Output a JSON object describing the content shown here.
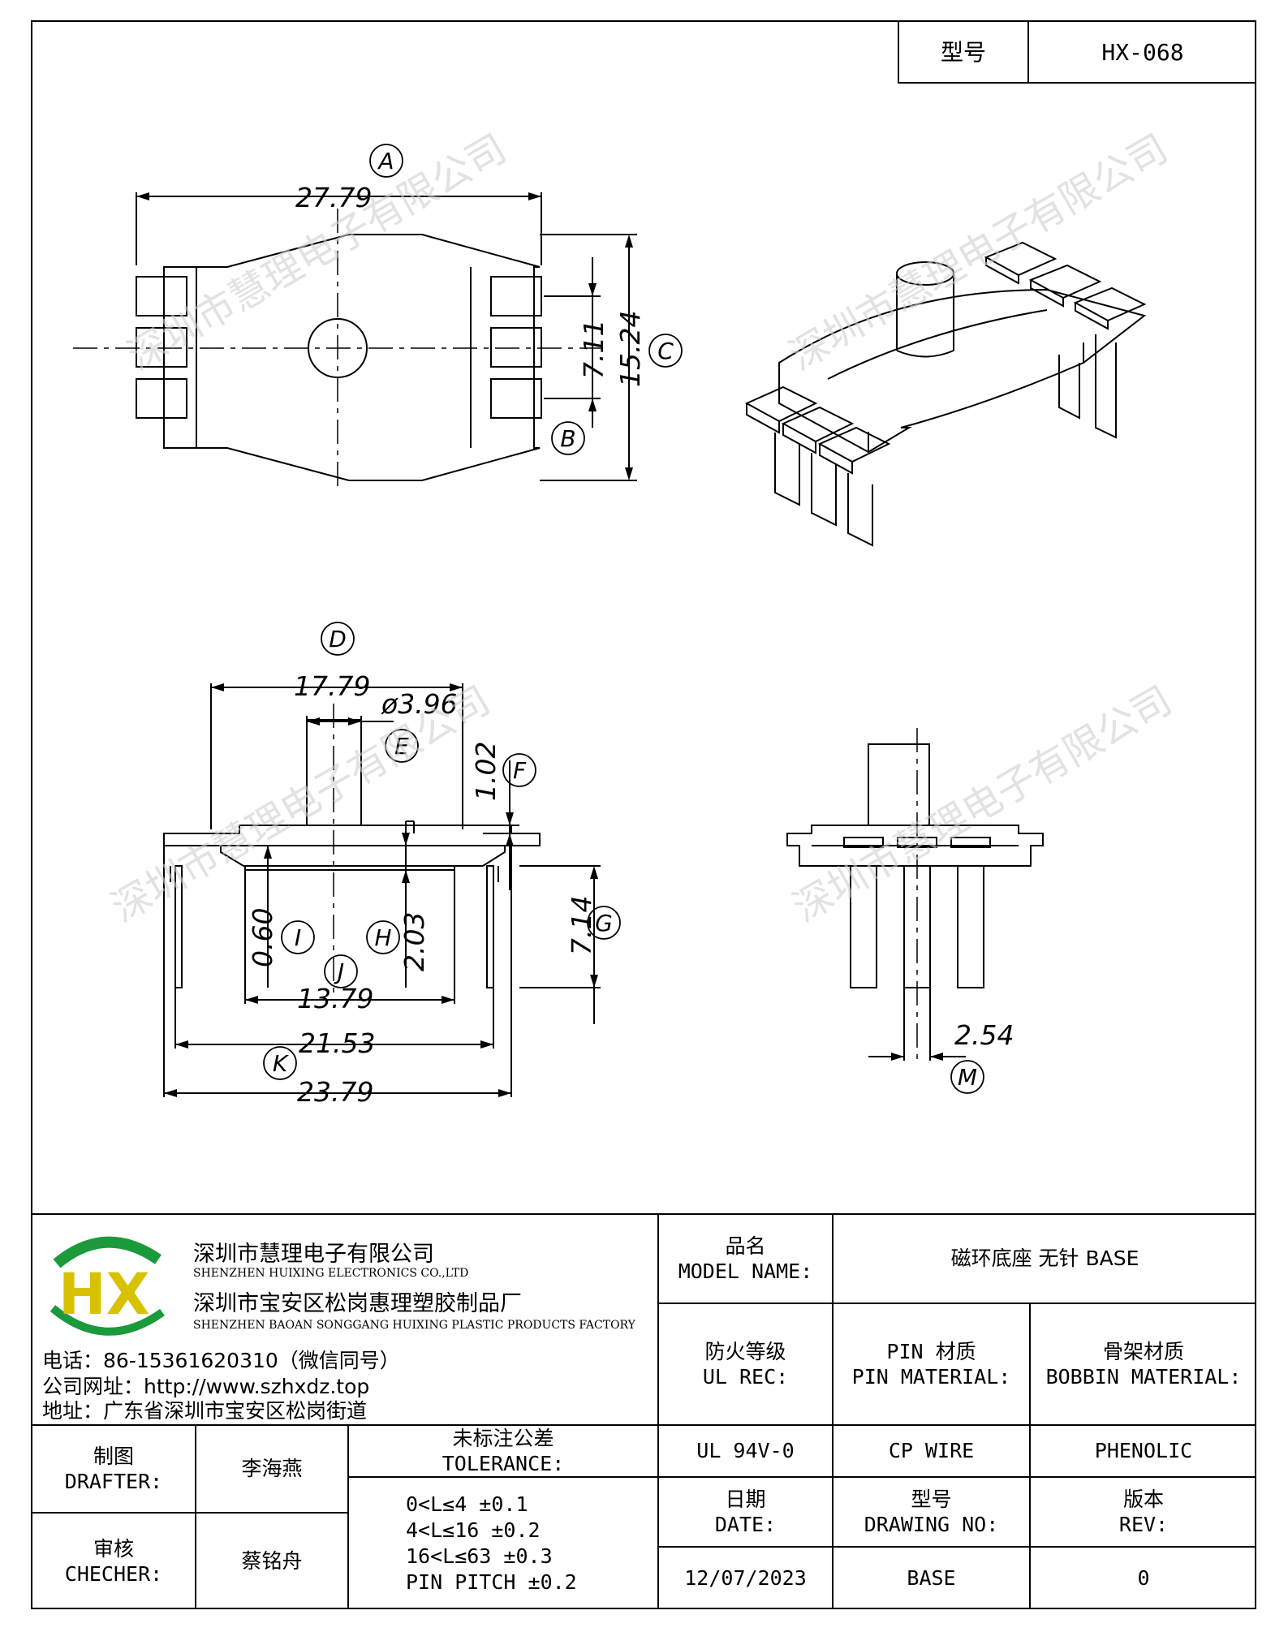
{
  "header": {
    "model_label": "型号",
    "model_value": "HX-068"
  },
  "dimensions": {
    "A": "27.79",
    "B": "7.11",
    "C": "15.24",
    "D": "17.79",
    "E": "ø3.96",
    "F": "1.02",
    "G": "7.14",
    "H": "2.03",
    "I": "0.60",
    "J": "13.79",
    "K": "21.53",
    "K2": "23.79",
    "M": "2.54"
  },
  "tags": {
    "A": "A",
    "B": "B",
    "C": "C",
    "D": "D",
    "E": "E",
    "F": "F",
    "G": "G",
    "H": "H",
    "I": "I",
    "J": "J",
    "K": "K",
    "M": "M"
  },
  "watermark": "深圳市慧理电子有限公司",
  "logo": {
    "text": "HX"
  },
  "company": {
    "name_cn": "深圳市慧理电子有限公司",
    "name_en": "SHENZHEN HUIXING ELECTRONICS CO.,LTD",
    "factory_cn": "深圳市宝安区松岗惠理塑胶制品厂",
    "factory_en": "SHENZHEN BAOAN SONGGANG HUIXING PLASTIC PRODUCTS FACTORY",
    "phone": "电话：86-15361620310（微信同号）",
    "website": "公司网址：http://www.szhxdz.top",
    "address": "地址：广东省深圳市宝安区松岗街道"
  },
  "title_block": {
    "model_name_cn": "品名",
    "model_name_en": "MODEL NAME:",
    "model_name_value": "磁环底座 无针 BASE",
    "ul_cn": "防火等级",
    "ul_en": "UL REC:",
    "pin_cn": "PIN 材质",
    "pin_en": "PIN MATERIAL:",
    "bobbin_cn": "骨架材质",
    "bobbin_en": "BOBBIN MATERIAL:",
    "ul_value": "UL 94V-0",
    "pin_value": "CP WIRE",
    "bobbin_value": "PHENOLIC",
    "drafter_cn": "制图",
    "drafter_en": "DRAFTER:",
    "drafter_name": "李海燕",
    "checker_cn": "审核",
    "checker_en": "CHECHER:",
    "checker_name": "蔡铭舟",
    "tolerance_cn": "未标注公差",
    "tolerance_en": "TOLERANCE:",
    "tolerance_lines": [
      "0<L≤4   ±0.1",
      "4<L≤16  ±0.2",
      "16<L≤63  ±0.3",
      "PIN PITCH  ±0.2"
    ],
    "date_cn": "日期",
    "date_en": "DATE:",
    "date_value": "12/07/2023",
    "drawing_cn": "型号",
    "drawing_en": "DRAWING NO:",
    "drawing_value": "BASE",
    "rev_cn": "版本",
    "rev_en": "REV:",
    "rev_value": "0"
  }
}
